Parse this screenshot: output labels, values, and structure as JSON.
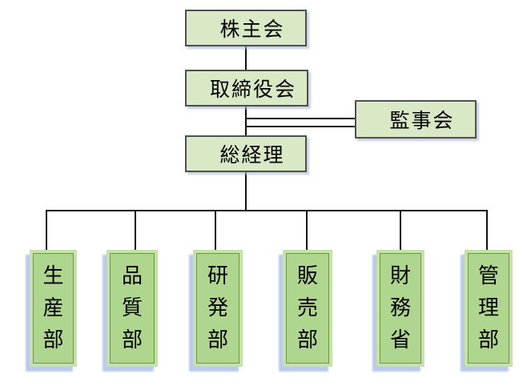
{
  "diagram": {
    "type": "org-chart",
    "nodes": {
      "shareholders": {
        "label": "株主会"
      },
      "board": {
        "label": "取締役会"
      },
      "auditors": {
        "label": "監事会"
      },
      "general_manager": {
        "label": "総経理"
      }
    },
    "departments": [
      {
        "id": "production",
        "label": "生産部",
        "vertical": "生\n産\n部"
      },
      {
        "id": "quality",
        "label": "品質部",
        "vertical": "品\n質\n部"
      },
      {
        "id": "rnd",
        "label": "研発部",
        "vertical": "研\n発\n部"
      },
      {
        "id": "sales",
        "label": "販売部",
        "vertical": "販\n売\n部"
      },
      {
        "id": "finance",
        "label": "財務省",
        "vertical": "財\n務\n省"
      },
      {
        "id": "admin",
        "label": "管理部",
        "vertical": "管\n理\n部"
      }
    ],
    "colors": {
      "background": "#ffffff",
      "top_box_fill": "#d9e8c5",
      "top_box_border": "#4f4f4f",
      "dept_box_fill": "#aed68f",
      "dept_box_frame": "#c7e1ad",
      "dept_box_inner_border": "#6b9a43",
      "shadow_blue": "#b9cbe8",
      "connector_line": "#111111"
    }
  }
}
